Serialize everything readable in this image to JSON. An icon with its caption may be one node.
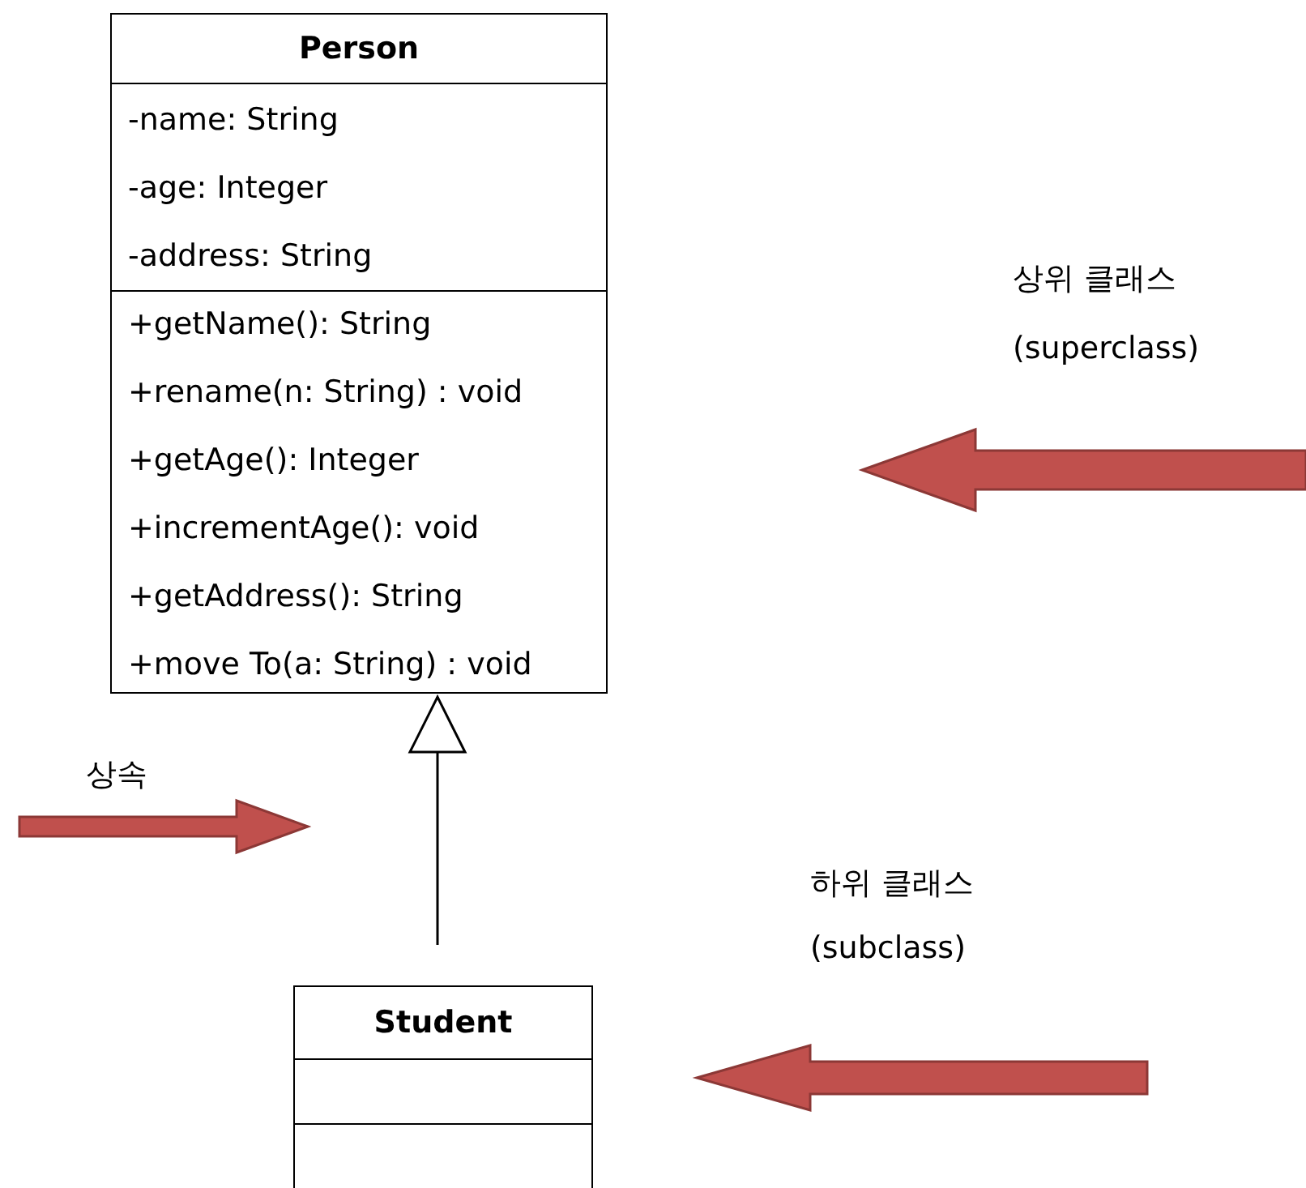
{
  "diagram": {
    "nodes": [
      {
        "text": [
          "Person",
          "-name: String",
          "-age: Integer",
          "-address: String",
          "+getName(): String",
          "+rename(n: String) : void",
          "+getAge(): Integer",
          "+incrementAge(): void",
          "+getAddress(): String",
          "+move To(a: String) : void"
        ]
      },
      {
        "text": [
          "Student"
        ]
      }
    ],
    "edges": [
      {
        "from": 1,
        "to": 0,
        "arrow": "to"
      }
    ],
    "labels": [
      "상위 클래스",
      "(superclass)",
      "상속",
      "하위 클래스",
      "(subclass)"
    ]
  }
}
